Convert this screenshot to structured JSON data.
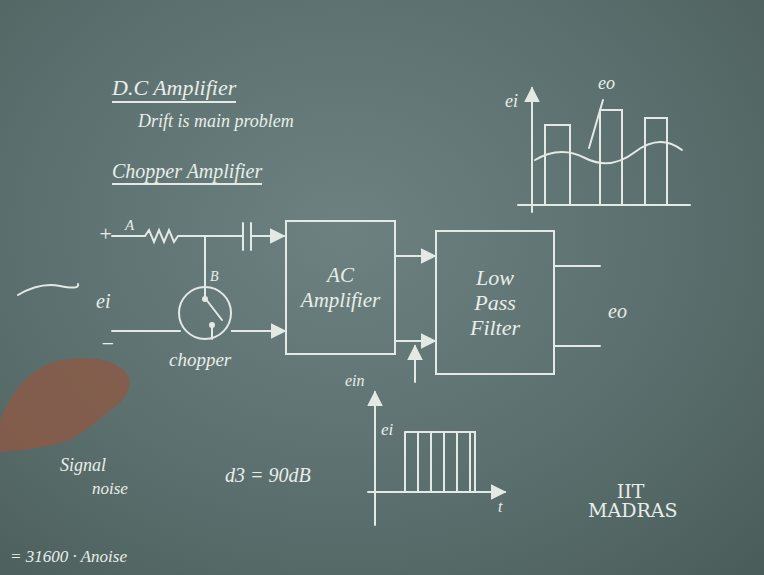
{
  "diagram": {
    "nodes": [
      {
        "text": [
          "chopper"
        ]
      },
      {
        "text": [
          "AC Amplifier"
        ]
      },
      {
        "text": [
          "Low Pass Filter"
        ]
      }
    ],
    "edges": [
      {
        "from": 0,
        "to": 1,
        "arrow": "to"
      },
      {
        "from": 1,
        "to": 2,
        "arrow": "to"
      },
      {
        "from": 1,
        "to": 2,
        "arrow": "to"
      }
    ],
    "labels": [
      "D.C Amplifier",
      "Drift is main problem",
      "Chopper Amplifier",
      "+",
      "A",
      "ei",
      "−",
      "B",
      "eo",
      "ei",
      "eo",
      "ein",
      "ei",
      "t",
      "Signal",
      "noise",
      "= 31600 · Anoise",
      "d3 = 90dB",
      "IIT MADRAS"
    ]
  }
}
